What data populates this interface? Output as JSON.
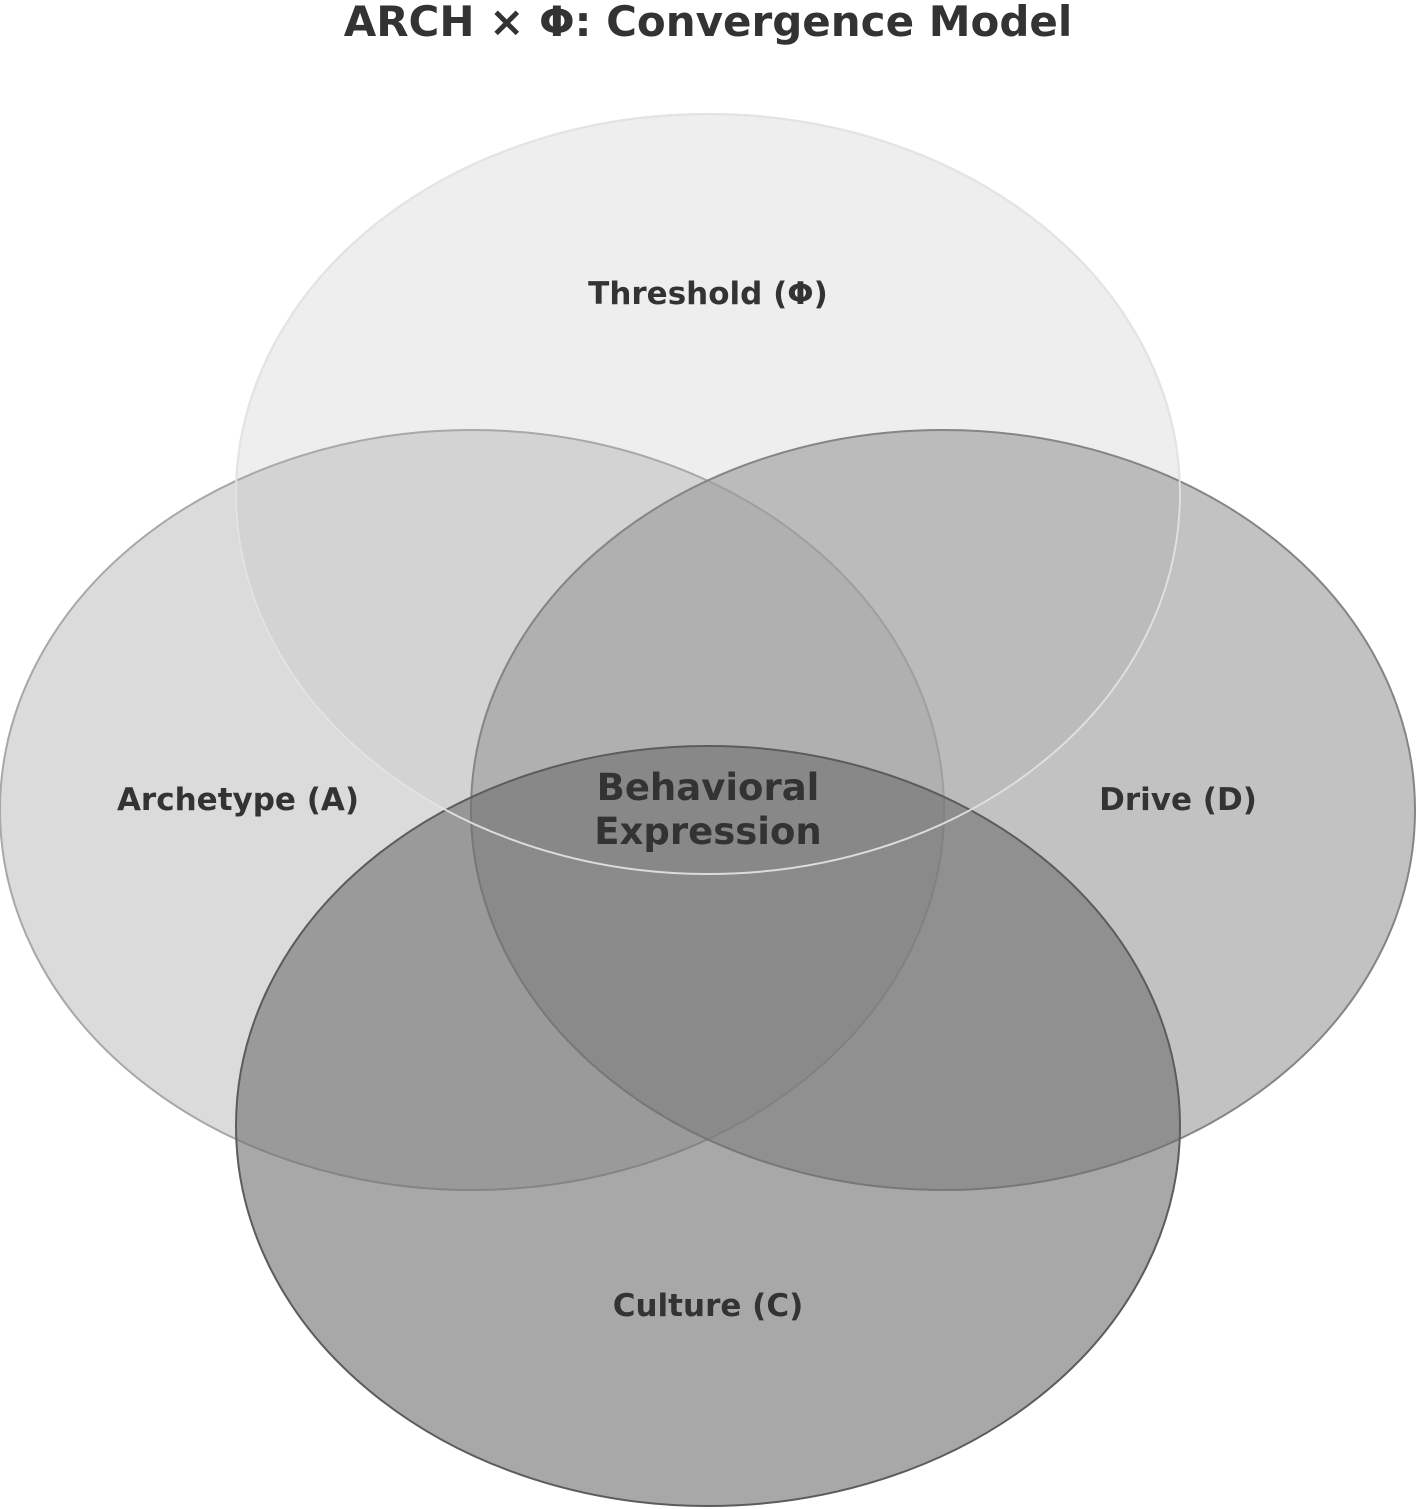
{
  "title": "ARCH × Φ: Convergence Model",
  "sets": {
    "threshold": {
      "label": "Threshold (Φ)",
      "fill": "#d9d9d9",
      "stroke": "#cfcfcf"
    },
    "archetype": {
      "label": "Archetype (A)",
      "fill": "#bdbdbd",
      "stroke": "#a8a8a8"
    },
    "drive": {
      "label": "Drive (D)",
      "fill": "#9a9a9a",
      "stroke": "#858585"
    },
    "culture": {
      "label": "Culture (C)",
      "fill": "#6e6e6e",
      "stroke": "#5c5c5c"
    }
  },
  "center": {
    "line1": "Behavioral",
    "line2": "Expression"
  },
  "colors": {
    "background": "#ffffff",
    "text": "#333333"
  }
}
